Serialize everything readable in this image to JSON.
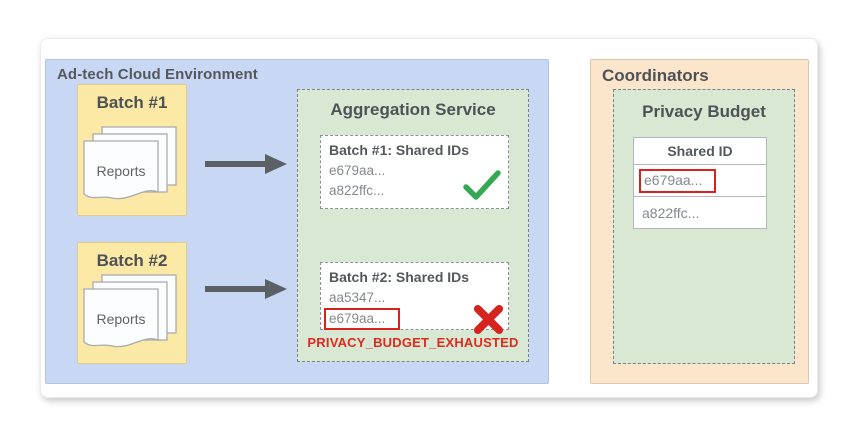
{
  "colors": {
    "adtech_panel_blue": "#c8d8f4",
    "batch_yellow": "#fce9a6",
    "service_green": "#d8e8d2",
    "coordinators_orange": "#fbe5cb",
    "alert_red": "#d7231d",
    "success_green": "#34a853",
    "arrow_gray": "#5b6064"
  },
  "icons": {
    "success": "check-icon",
    "failure": "x-icon",
    "flow": "arrow-right-icon",
    "documents": "reports-stack-icon"
  },
  "adtech": {
    "title": "Ad-tech Cloud Environment",
    "batches": [
      {
        "label": "Batch #1",
        "doc_label": "Reports"
      },
      {
        "label": "Batch #2",
        "doc_label": "Reports"
      }
    ],
    "aggregation": {
      "title": "Aggregation Service",
      "results": [
        {
          "title": "Batch #1: Shared IDs",
          "ids": [
            "e679aa...",
            "a822ffc..."
          ],
          "status": "success"
        },
        {
          "title": "Batch #2: Shared IDs",
          "ids": [
            "aa5347...",
            "e679aa..."
          ],
          "status": "failure",
          "highlighted_id": "e679aa..."
        }
      ],
      "error_label": "PRIVACY_BUDGET_EXHAUSTED"
    }
  },
  "coordinators": {
    "title": "Coordinators",
    "privacy_budget": {
      "title": "Privacy Budget",
      "table": {
        "header": "Shared ID",
        "rows": [
          {
            "id": "e679aa...",
            "highlighted": true
          },
          {
            "id": "a822ffc...",
            "highlighted": false
          }
        ]
      }
    }
  }
}
